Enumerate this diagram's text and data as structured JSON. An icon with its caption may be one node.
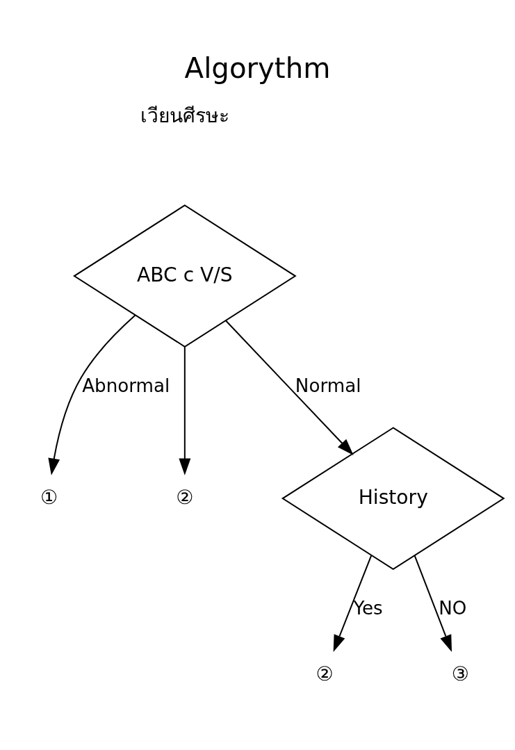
{
  "diagram": {
    "title": "Algorythm",
    "nodes": [
      {
        "text": [
          "ABC c V/S"
        ]
      },
      {
        "text": [
          "①"
        ]
      },
      {
        "text": [
          "②"
        ]
      },
      {
        "text": [
          "History"
        ]
      },
      {
        "text": [
          "②"
        ]
      },
      {
        "text": [
          "③"
        ]
      }
    ],
    "edges": [
      {
        "from": 0,
        "to": 1,
        "arrow": "to",
        "label": "Abnormal"
      },
      {
        "from": 0,
        "to": 2,
        "arrow": "to"
      },
      {
        "from": 0,
        "to": 3,
        "arrow": "to",
        "label": "Normal"
      },
      {
        "from": 3,
        "to": 4,
        "arrow": "to",
        "label": "Yes"
      },
      {
        "from": 3,
        "to": 5,
        "arrow": "to",
        "label": "NO"
      }
    ],
    "labels": [
      "เวียนศีรษะ"
    ]
  }
}
